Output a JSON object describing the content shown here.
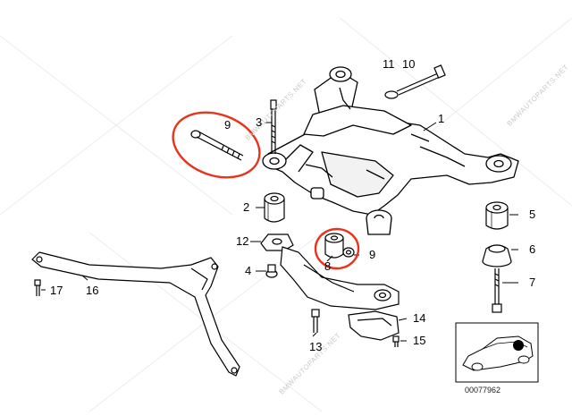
{
  "watermark_text": "BMWAUTOPARTS.NET",
  "diagram_number": "00077962",
  "highlight_color": "#e8341c",
  "callouts": {
    "c1": "1",
    "c2": "2",
    "c3": "3",
    "c4": "4",
    "c5": "5",
    "c6": "6",
    "c7": "7",
    "c8": "8",
    "c9a": "9",
    "c9b": "9",
    "c10": "10",
    "c11": "11",
    "c12": "12",
    "c13": "13",
    "c14": "14",
    "c15": "15",
    "c16": "16",
    "c17": "17"
  }
}
